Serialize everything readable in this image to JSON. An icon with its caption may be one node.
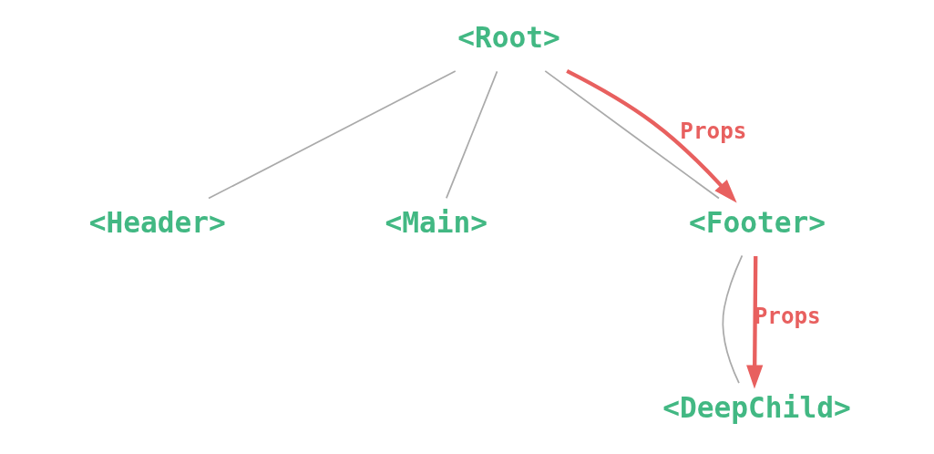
{
  "diagram": {
    "nodes": [
      {
        "text": [
          "<Root>"
        ]
      },
      {
        "text": [
          "<Header>"
        ]
      },
      {
        "text": [
          "<Main>"
        ]
      },
      {
        "text": [
          "<Footer>"
        ]
      },
      {
        "text": [
          "<DeepChild>"
        ]
      }
    ],
    "edges": [
      {
        "from": 0,
        "to": 1,
        "arrow": "none"
      },
      {
        "from": 0,
        "to": 2,
        "arrow": "none"
      },
      {
        "from": 0,
        "to": 3,
        "arrow": "none"
      },
      {
        "from": 0,
        "to": 3,
        "arrow": "to",
        "label": "Props",
        "color": "#e8605f",
        "style": "thick"
      },
      {
        "from": 3,
        "to": 4,
        "arrow": "none"
      },
      {
        "from": 3,
        "to": 4,
        "arrow": "to",
        "label": "Props",
        "color": "#e8605f",
        "style": "thick"
      }
    ]
  }
}
